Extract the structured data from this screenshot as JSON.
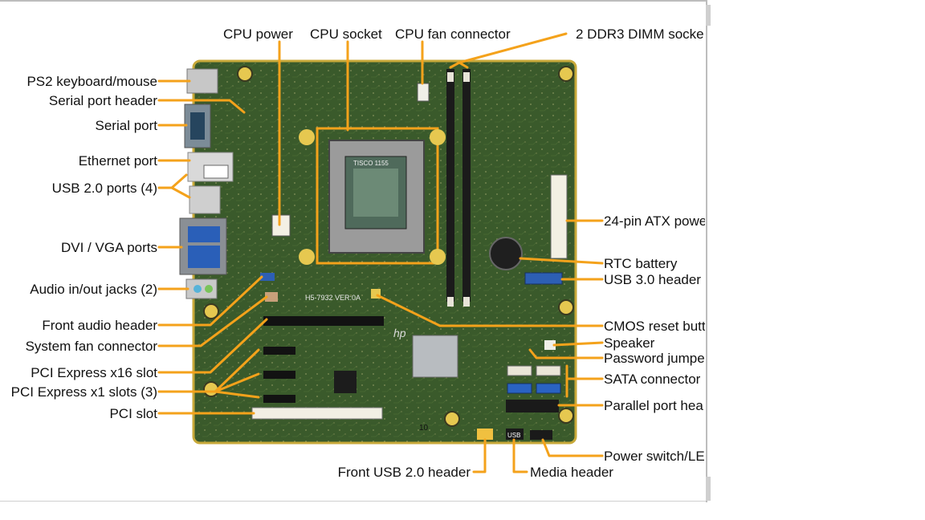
{
  "colors": {
    "board": "#3b5a2a",
    "board_edge": "#c8a93a",
    "leader": "#f4a21b",
    "label_text": "#111111"
  },
  "labels": {
    "cpu_power": "CPU power",
    "cpu_socket": "CPU socket",
    "cpu_fan": "CPU fan connector",
    "dimm": "2 DDR3 DIMM socke",
    "ps2": "PS2 keyboard/mouse",
    "serial_header": "Serial port header",
    "serial_port": "Serial port",
    "ethernet": "Ethernet port",
    "usb20_ports": "USB 2.0 ports (4)",
    "dvi_vga": "DVI / VGA ports",
    "audio_jacks": "Audio in/out jacks (2)",
    "front_audio": "Front audio header",
    "sys_fan": "System fan connector",
    "pcie16": "PCI Express x16 slot",
    "pcie1": "PCI Express x1 slots (3)",
    "pci": "PCI slot",
    "front_usb": "Front USB 2.0 header",
    "media": "Media header",
    "atx24": "24-pin ATX powe",
    "rtc": "RTC battery",
    "usb30": "USB 3.0 header",
    "cmos": "CMOS reset butt",
    "speaker": "Speaker",
    "password": "Password jumpe",
    "sata": "SATA connector",
    "parallel": "Parallel port hea",
    "power_switch": "Power switch/LE"
  },
  "board_text": {
    "model": "H5-7932 VER:0A",
    "brand": "hp",
    "usb_tag": "USB",
    "socket_text": "TISCO 1155",
    "number": "10"
  }
}
